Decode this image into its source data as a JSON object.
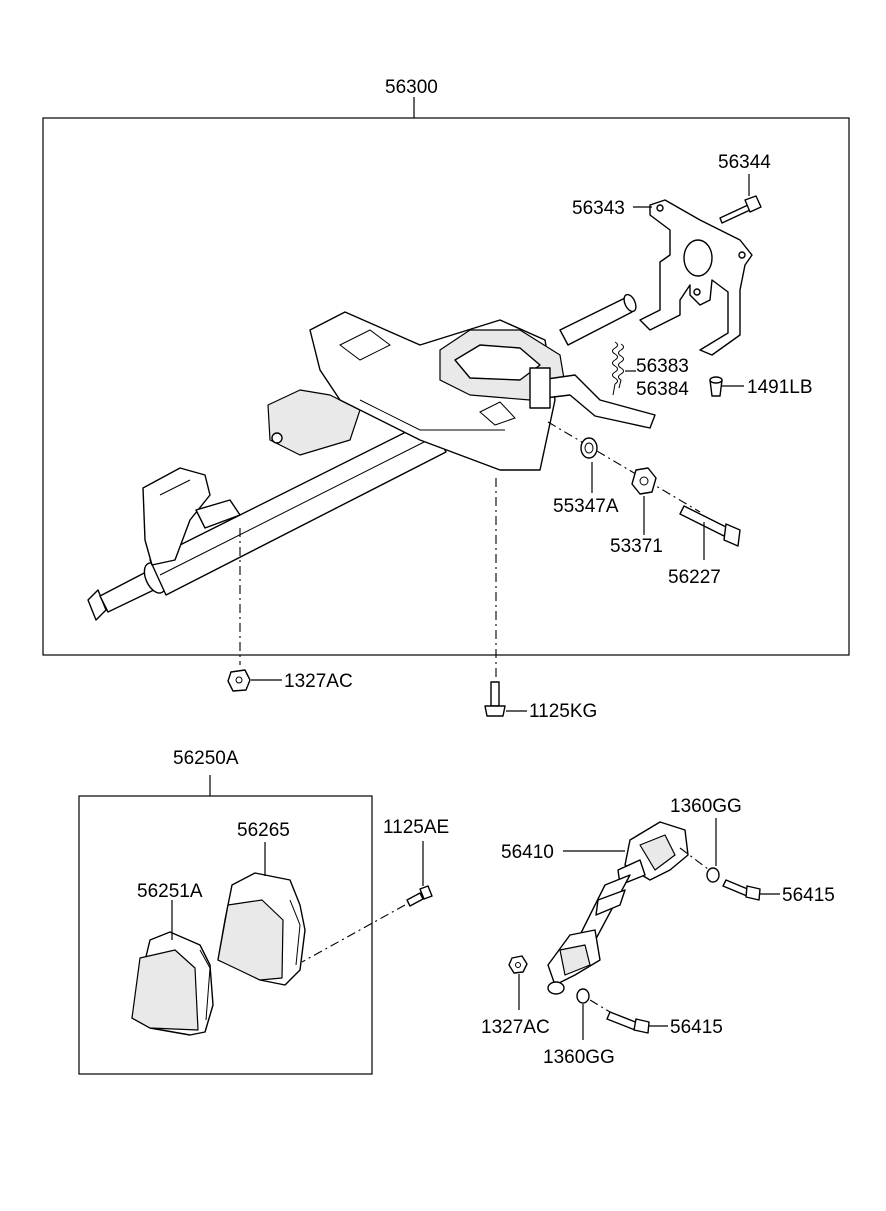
{
  "labels": {
    "steering_column_assembly": "56300",
    "bracket_bolt": "56344",
    "column_bracket": "56343",
    "spring_upper": "56383",
    "spring_lower": "56384",
    "clip": "1491LB",
    "bushing": "55347A",
    "nut_plate": "53371",
    "long_bolt": "56227",
    "column_nut": "1327AC",
    "column_bolt": "1125KG",
    "shroud_assembly": "56250A",
    "upper_shroud": "56265",
    "lower_shroud": "56251A",
    "shroud_screw": "1125AE",
    "intermediate_shaft": "56410",
    "washer_upper": "1360GG",
    "joint_bolt_upper": "56415",
    "joint_nut": "1327AC",
    "washer_lower": "1360GG",
    "joint_bolt_lower": "56415"
  }
}
